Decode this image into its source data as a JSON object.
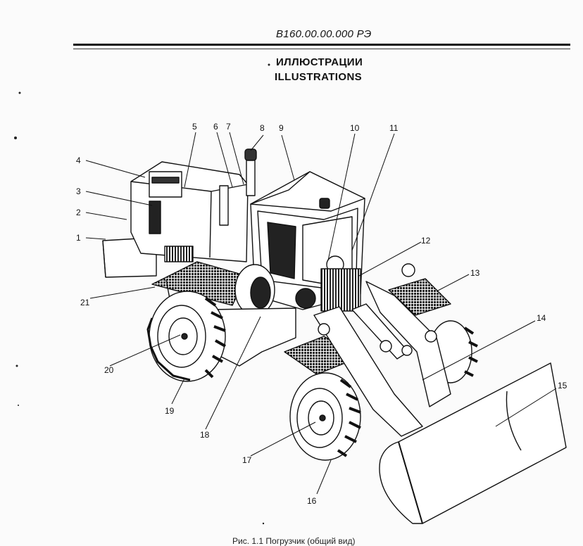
{
  "header": {
    "doc_code": "В160.00.00.000 РЭ",
    "title_ru": "ИЛЛЮСТРАЦИИ",
    "title_en": "ILLUSTRATIONS"
  },
  "figure": {
    "callouts": [
      "1",
      "2",
      "3",
      "4",
      "5",
      "6",
      "7",
      "8",
      "9",
      "10",
      "11",
      "12",
      "13",
      "14",
      "15",
      "16",
      "17",
      "18",
      "19",
      "20",
      "21"
    ],
    "caption": "Рис. 1.1 Погрузчик (общий вид)"
  }
}
